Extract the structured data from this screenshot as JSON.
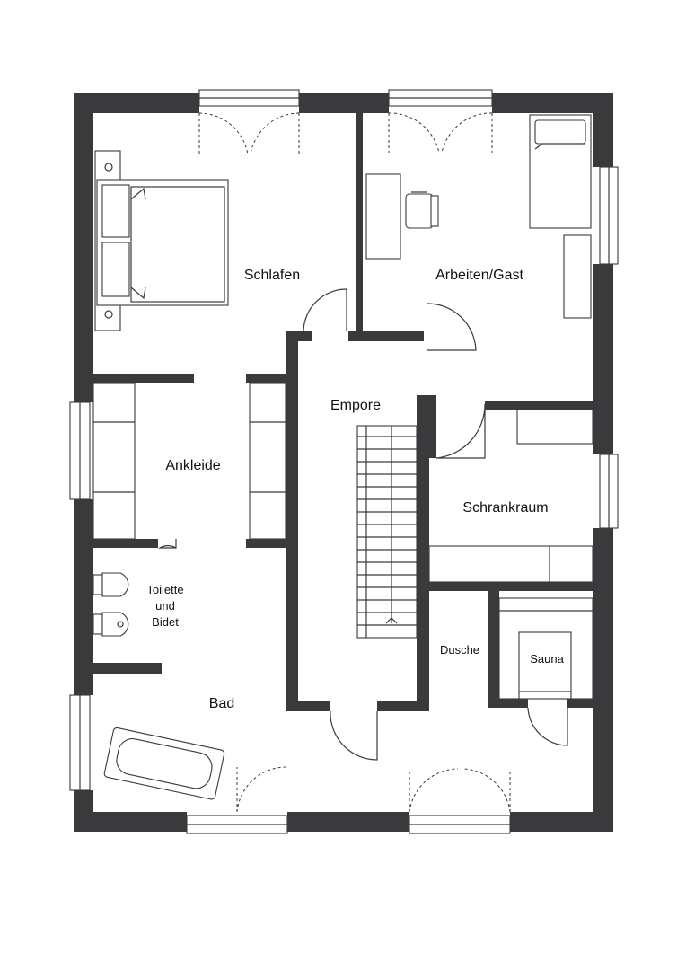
{
  "rooms": {
    "schlafen": "Schlafen",
    "arbeiten": "Arbeiten/Gast",
    "empore": "Empore",
    "ankleide": "Ankleide",
    "schrankraum": "Schrankraum",
    "toilette_line1": "Toilette",
    "toilette_line2": "und",
    "toilette_line3": "Bidet",
    "dusche": "Dusche",
    "sauna": "Sauna",
    "bad": "Bad"
  },
  "colors": {
    "wall": "#3a3a3d",
    "background": "#ffffff"
  }
}
